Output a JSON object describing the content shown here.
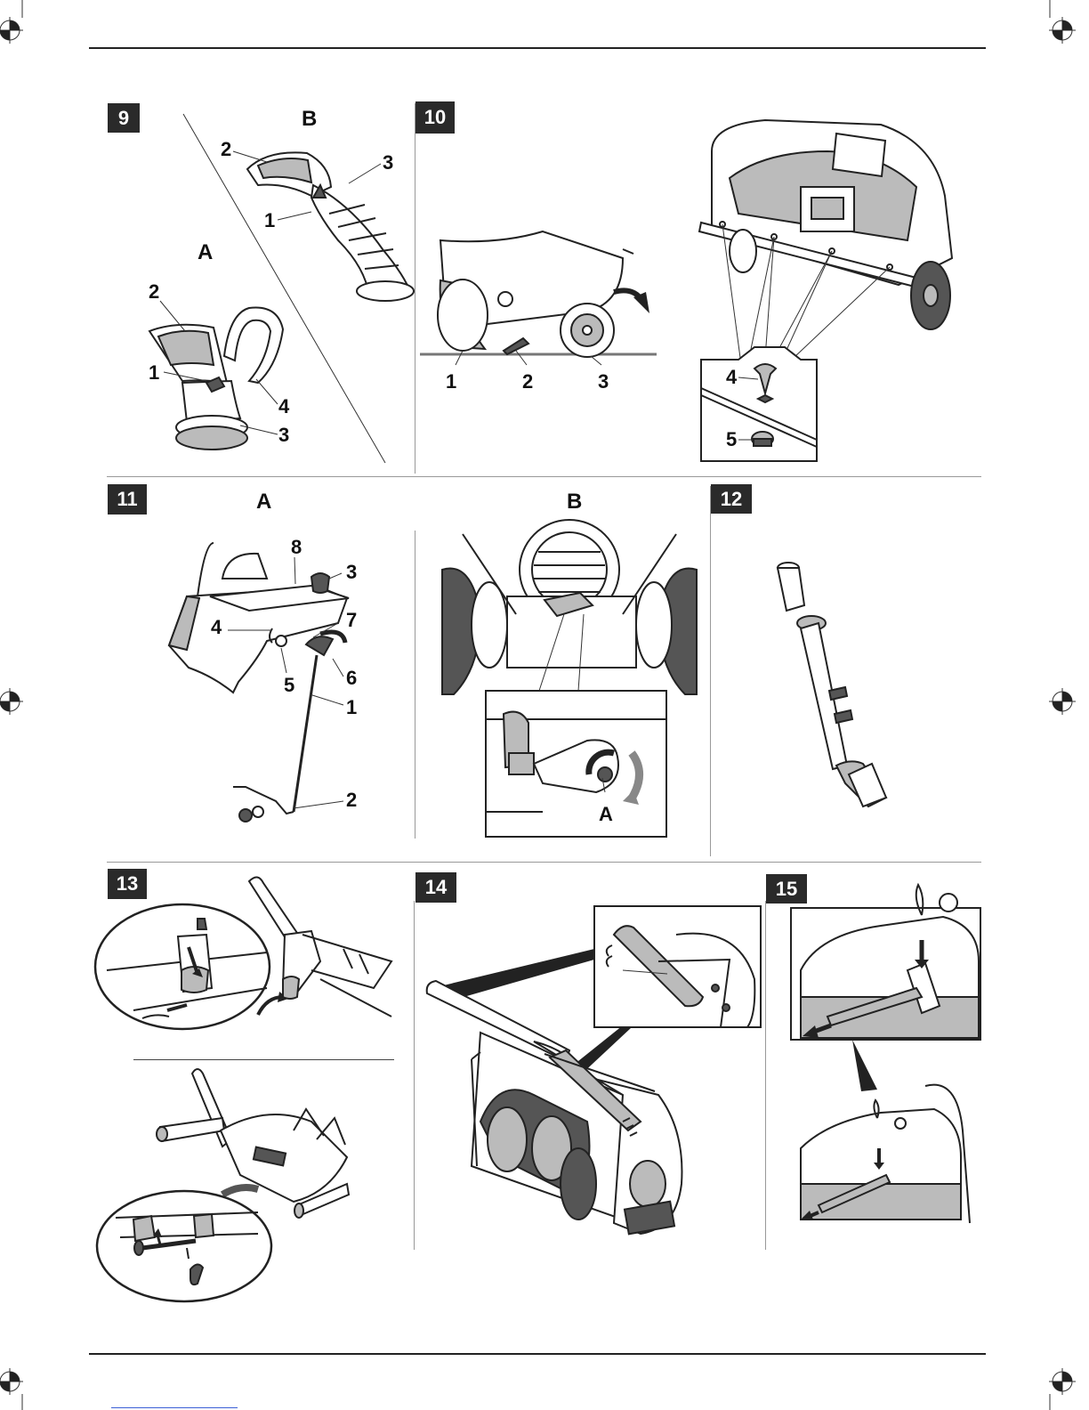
{
  "figures": {
    "f9": {
      "number": "9",
      "view_a": "A",
      "view_b": "B",
      "a_callouts": [
        "2",
        "1",
        "4",
        "3"
      ],
      "b_callouts": [
        "2",
        "3",
        "1"
      ]
    },
    "f10": {
      "number": "10",
      "callouts": [
        "1",
        "2",
        "3"
      ],
      "inset_callouts": [
        "4",
        "5"
      ]
    },
    "f11": {
      "number": "11",
      "view_a": "A",
      "view_b": "B",
      "a_callouts": [
        "8",
        "3",
        "4",
        "7",
        "5",
        "6",
        "1",
        "2"
      ],
      "b_callout": "A"
    },
    "f12": {
      "number": "12"
    },
    "f13": {
      "number": "13"
    },
    "f14": {
      "number": "14"
    },
    "f15": {
      "number": "15"
    }
  },
  "colors": {
    "badge": "#2a2a2a",
    "rule": "#222222",
    "divider": "#999999"
  }
}
